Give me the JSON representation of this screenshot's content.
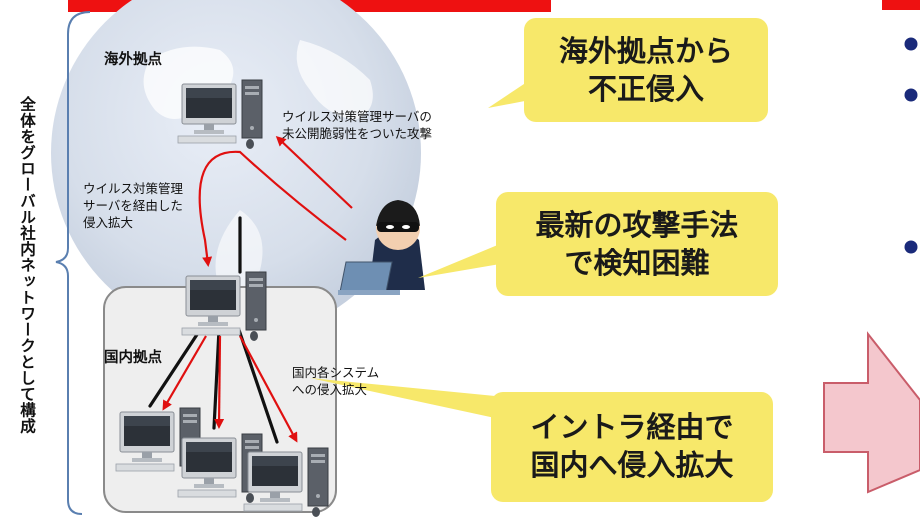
{
  "side_label": "全体をグローバル社内ネットワークとして構成",
  "sites": {
    "overseas": "海外拠点",
    "domestic": "国内拠点"
  },
  "annotations": {
    "attack_mgmt_server": [
      "ウイルス対策管理サーバの",
      "未公開脆弱性をついた攻撃"
    ],
    "via_mgmt_server": [
      "ウイルス対策管理",
      "サーバを経由した",
      "侵入拡大"
    ],
    "domestic_spread": [
      "国内各システム",
      "への侵入拡大"
    ]
  },
  "callouts": {
    "overseas_intrusion": [
      "海外拠点から",
      "不正侵入"
    ],
    "hard_to_detect": [
      "最新の攻撃手法",
      "で検知困難"
    ],
    "via_intranet": [
      "イントラ経由で",
      "国内へ侵入拡大"
    ]
  },
  "colors": {
    "accent_red": "#ee1111",
    "callout_yellow": "#f7e86a",
    "bracket_blue": "#5a7fb0",
    "arrow_pink": "#f4c7cd",
    "bullet_navy": "#1a2a7a"
  },
  "icons": [
    "globe-icon",
    "computer-icon",
    "hacker-icon",
    "big-right-arrow-icon"
  ]
}
